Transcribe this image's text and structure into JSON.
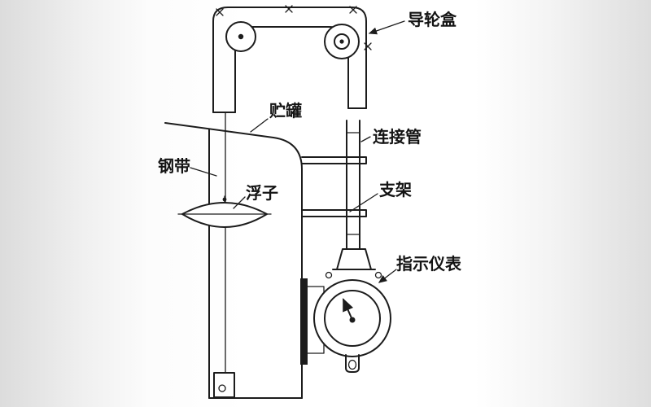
{
  "figure": {
    "labels": {
      "guide_wheel_box": "导轮盒",
      "tank": "贮罐",
      "connecting_pipe": "连接管",
      "steel_band": "钢带",
      "float": "浮子",
      "bracket": "支架",
      "indicator": "指示仪表"
    },
    "colors": {
      "ink": "#1c1c1c",
      "paper": "#ffffff",
      "scan_edge": "#dcdcdc"
    }
  }
}
